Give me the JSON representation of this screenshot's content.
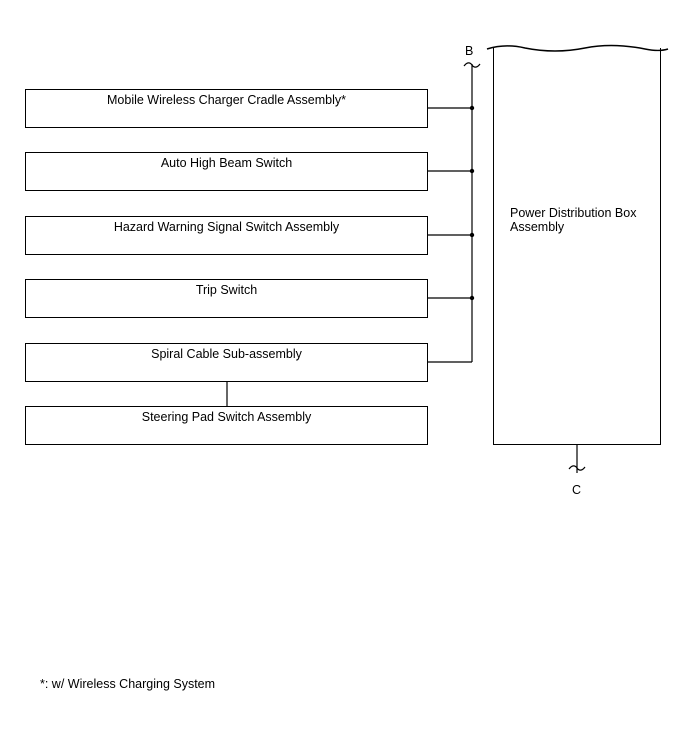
{
  "components": [
    {
      "id": "mobile-wireless-charger",
      "label": "Mobile Wireless Charger Cradle Assembly*"
    },
    {
      "id": "auto-high-beam-switch",
      "label": "Auto High Beam Switch"
    },
    {
      "id": "hazard-warning-switch",
      "label": "Hazard Warning Signal Switch Assembly"
    },
    {
      "id": "trip-switch",
      "label": "Trip Switch"
    },
    {
      "id": "spiral-cable",
      "label": "Spiral Cable Sub-assembly"
    },
    {
      "id": "steering-pad-switch",
      "label": "Steering Pad Switch Assembly"
    }
  ],
  "power_distribution_box": {
    "label_line1": "Power Distribution Box",
    "label_line2": "Assembly"
  },
  "connectors": {
    "top": "B",
    "bottom": "C"
  },
  "footnote": "*: w/ Wireless Charging System"
}
